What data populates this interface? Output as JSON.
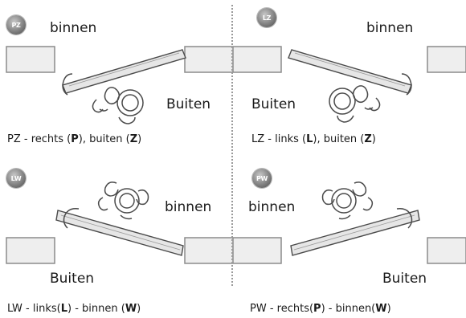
{
  "panels": [
    {
      "badge": "PZ",
      "top_word": "binnen",
      "bottom_word": "Buiten",
      "caption": {
        "pre": "PZ - rechts (",
        "b1": "P",
        "mid": "), buiten (",
        "b2": "Z",
        "post": ")"
      }
    },
    {
      "badge": "LZ",
      "top_word": "binnen",
      "bottom_word": "Buiten",
      "caption": {
        "pre": "LZ - links (",
        "b1": "L",
        "mid": "), buiten (",
        "b2": "Z",
        "post": ")"
      }
    },
    {
      "badge": "LW",
      "top_word": "binnen",
      "bottom_word": "Buiten",
      "caption": {
        "pre": "LW - links(",
        "b1": "L",
        "mid": ") - binnen (",
        "b2": "W",
        "post": ")"
      }
    },
    {
      "badge": "PW",
      "top_word": "binnen",
      "bottom_word": "Buiten",
      "caption": {
        "pre": "PW - rechts(",
        "b1": "P",
        "mid": ") - binnen(",
        "b2": "W",
        "post": ")"
      }
    }
  ],
  "colors": {
    "wall_fill": "#eeeeee",
    "wall_stroke": "#8c8c8c",
    "door_fill": "#dedede",
    "line": "#4a4a4a"
  }
}
